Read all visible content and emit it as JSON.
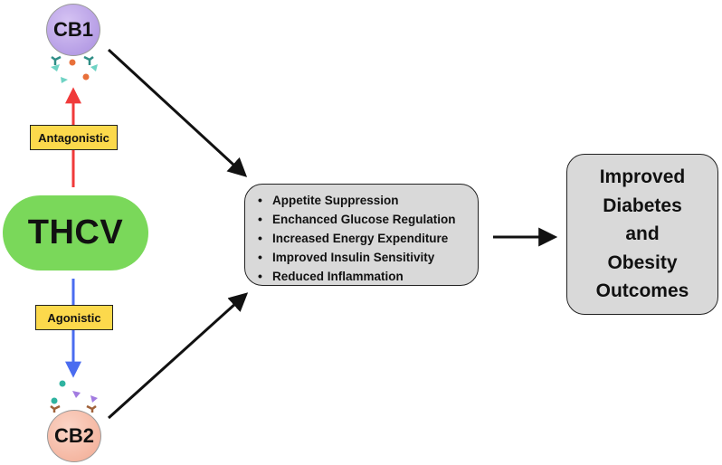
{
  "receptors": {
    "cb1": {
      "label": "CB1",
      "color": "#b9a3ea"
    },
    "cb2": {
      "label": "CB2",
      "color": "#f7c0ac"
    }
  },
  "compound": {
    "label": "THCV",
    "color": "#7ad85a"
  },
  "relations": {
    "antagonistic": {
      "label": "Antagonistic",
      "arrow_color": "#f03a3a"
    },
    "agonistic": {
      "label": "Agonistic",
      "arrow_color": "#4a6cf0"
    }
  },
  "effects": {
    "items": [
      "Appetite Suppression",
      "Enchanced Glucose Regulation",
      "Increased Energy Expenditure",
      "Improved Insulin Sensitivity",
      "Reduced Inflammation"
    ]
  },
  "outcome": {
    "label": "Improved\nDiabetes\nand\nObesity\nOutcomes"
  },
  "colors": {
    "tag_fill": "#fcd94c",
    "box_fill": "#d9d9d9",
    "ligand_orange": "#e8703a",
    "ligand_teal": "#2fb3a0",
    "ligand_purple": "#a27be0"
  }
}
